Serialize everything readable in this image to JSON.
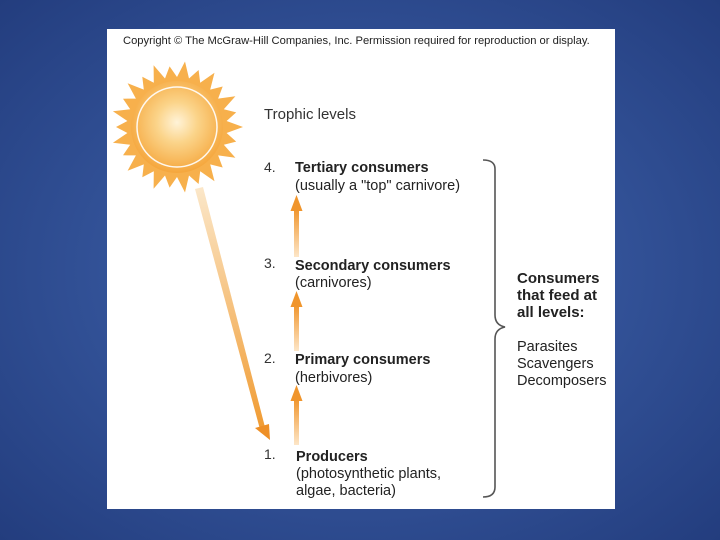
{
  "copyright": "Copyright © The McGraw-Hill Companies, Inc. Permission required for reproduction or display.",
  "heading": "Trophic levels",
  "levels": [
    {
      "number": "4.",
      "title": "Tertiary consumers",
      "subtitle": "(usually a \"top\" carnivore)"
    },
    {
      "number": "3.",
      "title": "Secondary consumers",
      "subtitle": "(carnivores)"
    },
    {
      "number": "2.",
      "title": "Primary consumers",
      "subtitle": "(herbivores)"
    },
    {
      "number": "1.",
      "title": "Producers",
      "subtitle_line1": "(photosynthetic plants,",
      "subtitle_line2": "algae, bacteria)"
    }
  ],
  "consumers_all": {
    "title_lines": [
      "Consumers",
      "that feed at",
      "all levels:"
    ],
    "items": [
      "Parasites",
      "Scavengers",
      "Decomposers"
    ]
  },
  "colors": {
    "background": "#34549a",
    "arrow_orange": "#f0a040",
    "sun_core": "#fbd48a",
    "sun_rays": "#f7b04c"
  },
  "icons": [
    "sun-icon",
    "energy-arrow",
    "level-up-arrow",
    "bracket"
  ]
}
